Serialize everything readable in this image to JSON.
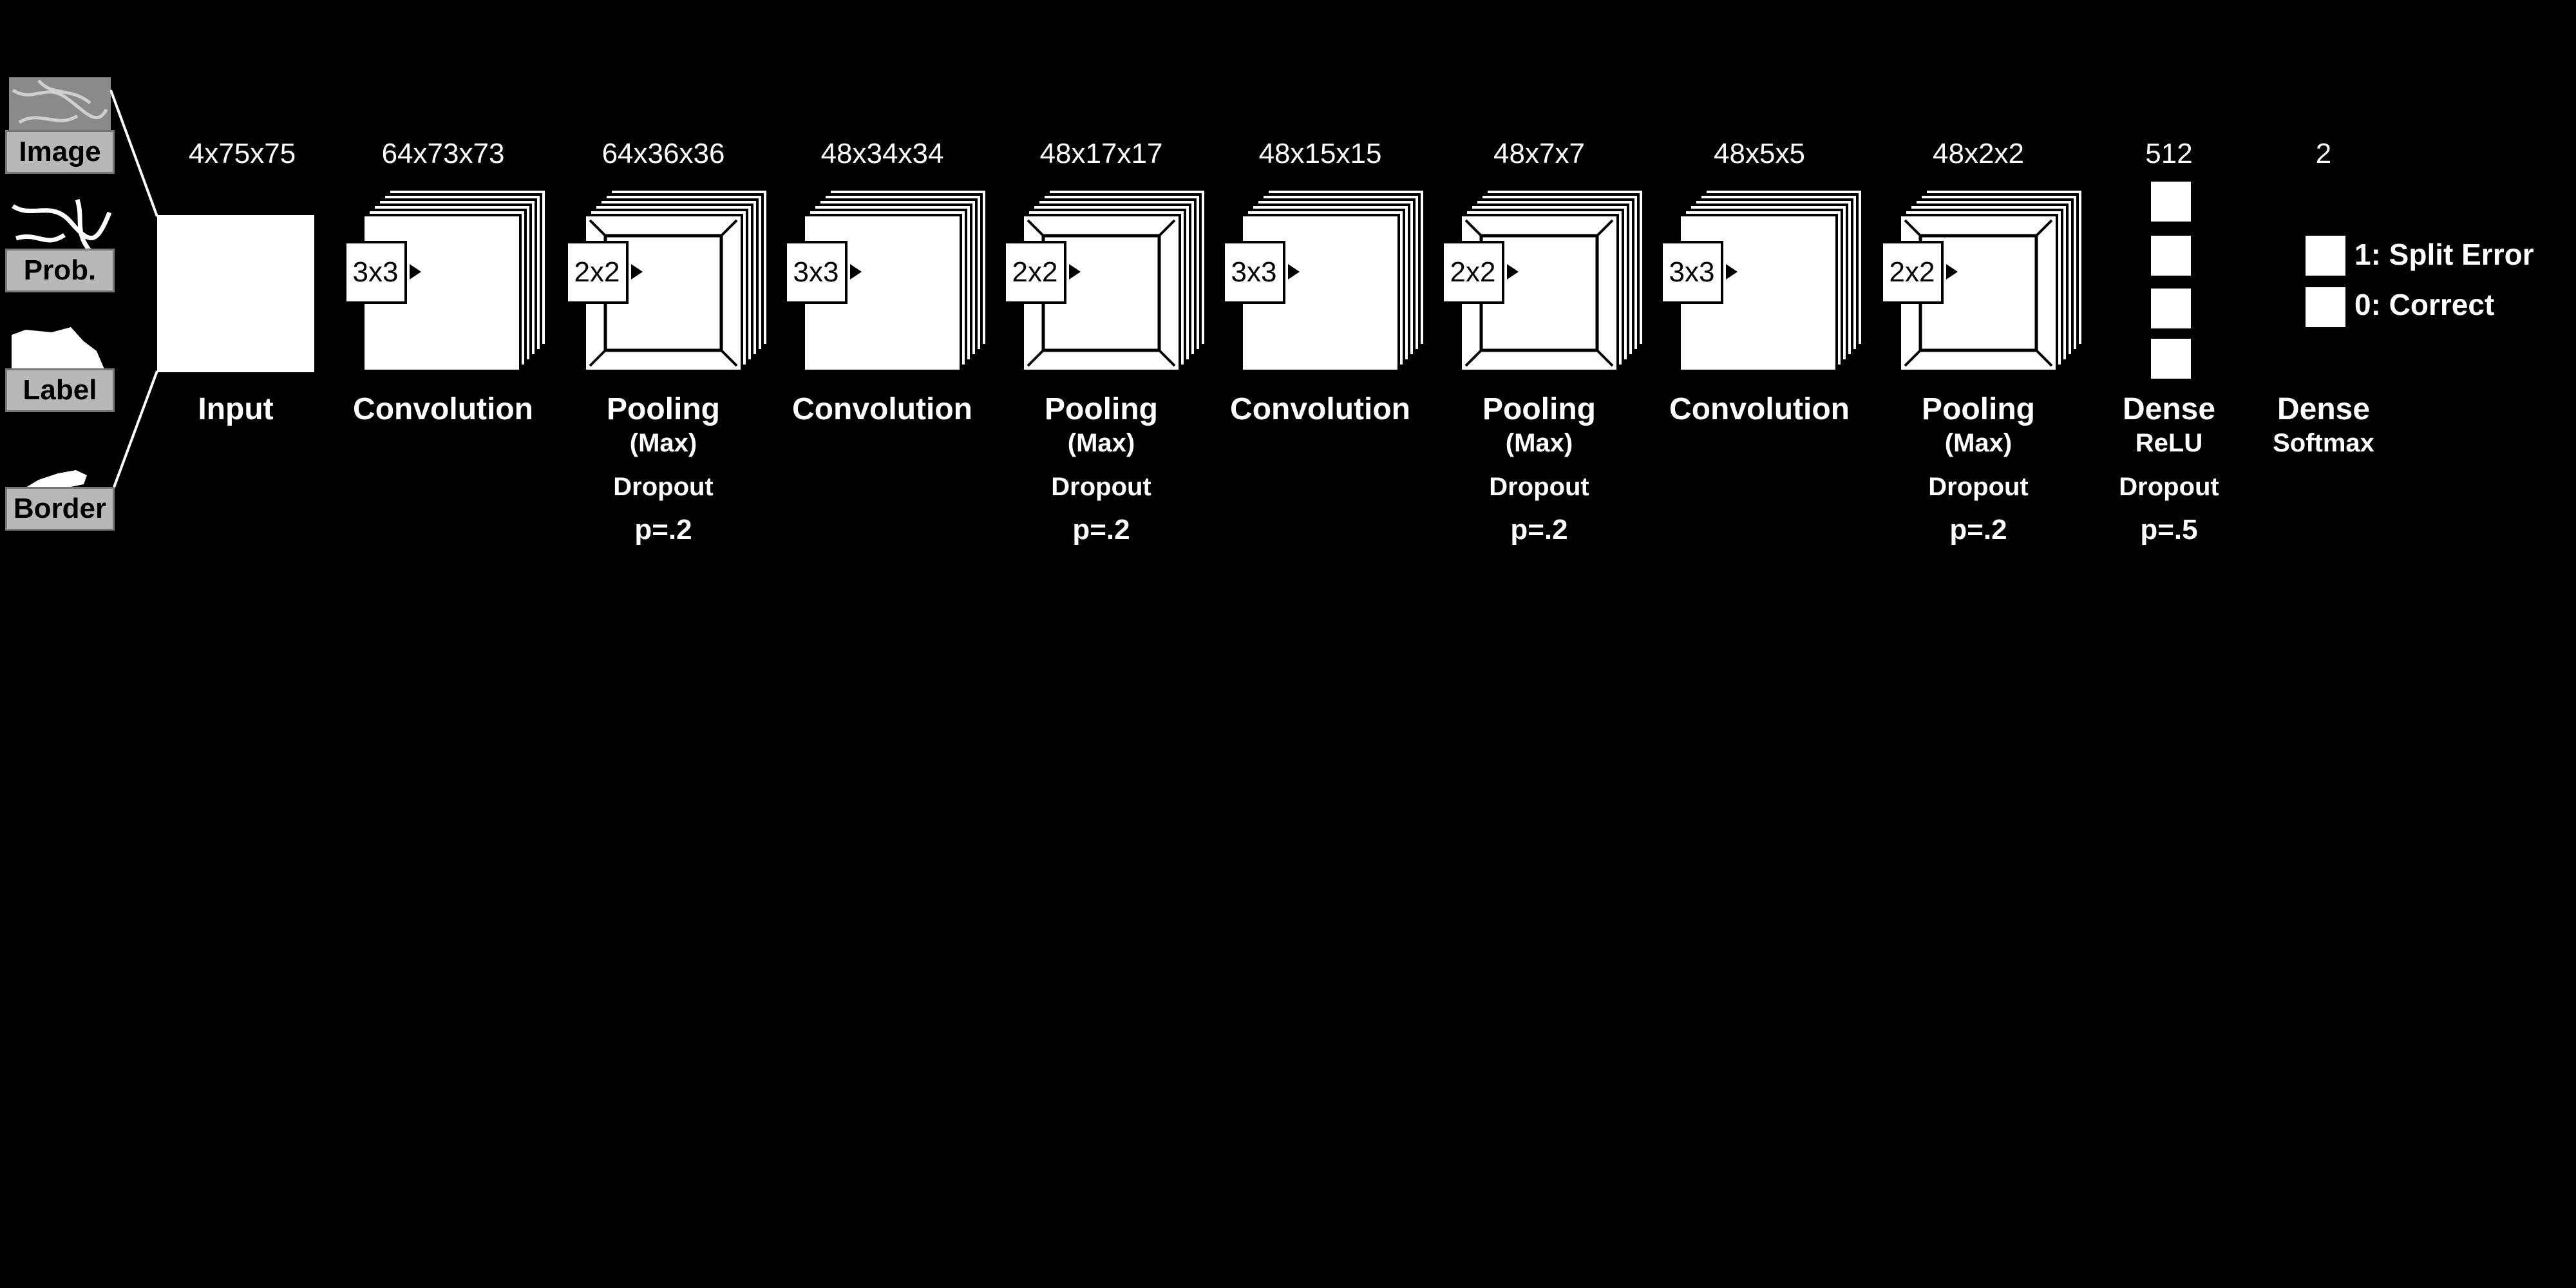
{
  "inputs": [
    {
      "key": "image",
      "label": "Image"
    },
    {
      "key": "prob",
      "label": "Prob."
    },
    {
      "key": "label",
      "label": "Label"
    },
    {
      "key": "border",
      "label": "Border"
    }
  ],
  "layers": [
    {
      "dims": "4x75x75",
      "name": "Input"
    },
    {
      "dims": "64x73x73",
      "name": "Convolution",
      "kernel": "3x3"
    },
    {
      "dims": "64x36x36",
      "name": "Pooling",
      "sub": "(Max)",
      "dropout": "Dropout",
      "p": "p=.2",
      "kernel": "2x2"
    },
    {
      "dims": "48x34x34",
      "name": "Convolution",
      "kernel": "3x3"
    },
    {
      "dims": "48x17x17",
      "name": "Pooling",
      "sub": "(Max)",
      "dropout": "Dropout",
      "p": "p=.2",
      "kernel": "2x2"
    },
    {
      "dims": "48x15x15",
      "name": "Convolution",
      "kernel": "3x3"
    },
    {
      "dims": "48x7x7",
      "name": "Pooling",
      "sub": "(Max)",
      "dropout": "Dropout",
      "p": "p=.2",
      "kernel": "2x2"
    },
    {
      "dims": "48x5x5",
      "name": "Convolution",
      "kernel": "3x3"
    },
    {
      "dims": "48x2x2",
      "name": "Pooling",
      "sub": "(Max)",
      "dropout": "Dropout",
      "p": "p=.2",
      "kernel": "2x2"
    },
    {
      "dims": "512",
      "name": "Dense",
      "sub": "ReLU",
      "dropout": "Dropout",
      "p": "p=.5"
    },
    {
      "dims": "2",
      "name": "Dense",
      "sub": "Softmax"
    }
  ],
  "outputs": [
    {
      "label": "1: Split Error"
    },
    {
      "label": "0: Correct"
    }
  ]
}
